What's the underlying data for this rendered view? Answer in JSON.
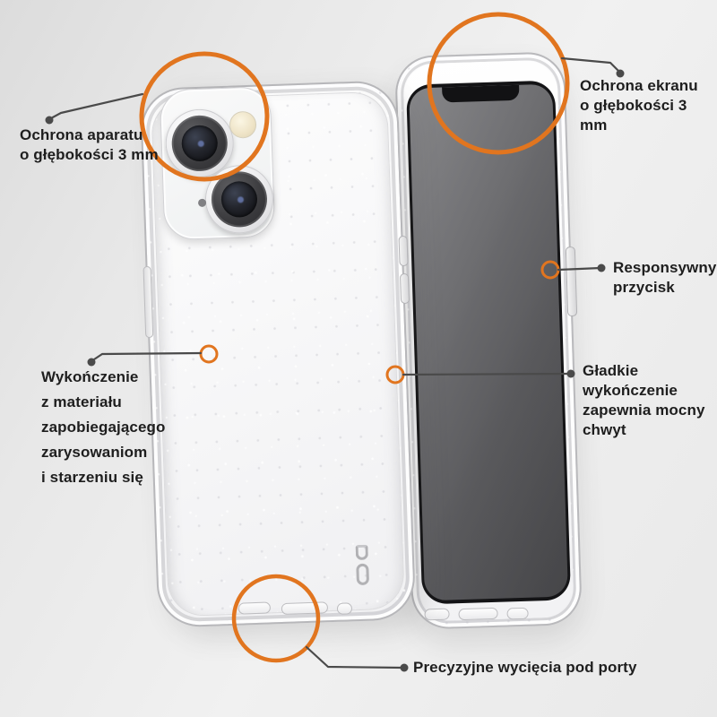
{
  "colors": {
    "accent": "#E1751F",
    "leader": "#4A4A4A",
    "text": "#1E1E1E",
    "background": "#ECECEC",
    "screen": "#58585A"
  },
  "annotations": {
    "camera": {
      "text": "Ochrona aparatu\no głębokości 3 mm"
    },
    "screen": {
      "text": "Ochrona ekranu\no głębokości 3 mm"
    },
    "button": {
      "text": "Responsywny\nprzycisk"
    },
    "grip": {
      "text": "Gładkie\nwykończenie\nzapewnia mocny\nchwyt"
    },
    "material": {
      "text": "Wykończenie\nz materiału\nzapobiegającego\nzarysowaniom\ni starzeniu się"
    },
    "ports": {
      "text": "Precyzyjne wycięcia pod porty"
    }
  }
}
